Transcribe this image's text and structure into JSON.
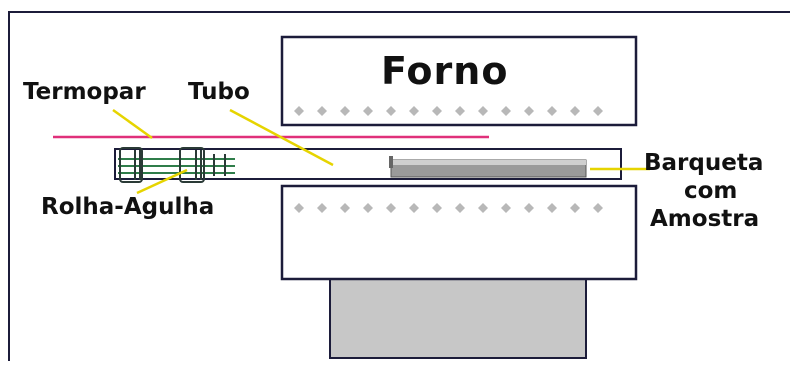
{
  "diagram": {
    "furnace_label": "Forno",
    "thermocouple_label": "Termopar",
    "tube_label": "Tubo",
    "stopper_needle_label": "Rolha-Agulha",
    "sample_boat_label_lines": [
      "Barqueta",
      "com",
      "Amostra"
    ]
  },
  "colors": {
    "outline": "#1c1c3a",
    "thermocouple": "#e0307a",
    "pointer": "#e6d400",
    "needle": "#2f7d4a",
    "stand": "#c7c7c7",
    "sample": "#9a9a9a",
    "dots": "#b8b8b8"
  }
}
